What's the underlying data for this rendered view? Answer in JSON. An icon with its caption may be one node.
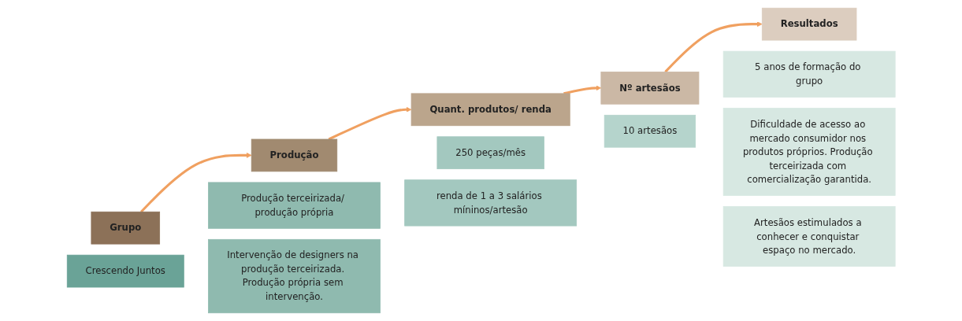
{
  "diagram": {
    "nodes": [
      {
        "text": [
          "Grupo"
        ]
      },
      {
        "text": [
          "Produção"
        ]
      },
      {
        "text": [
          "Quant. produtos/ renda"
        ]
      },
      {
        "text": [
          "Nº artesãos"
        ]
      },
      {
        "text": [
          "Resultados"
        ]
      },
      {
        "text": [
          "Crescendo Juntos"
        ]
      },
      {
        "text": [
          "Produção terceirizada/ produção própria"
        ]
      },
      {
        "text": [
          "Intervenção de designers na produção terceirizada. Produção própria sem intervenção."
        ]
      },
      {
        "text": [
          "250 peças/mês"
        ]
      },
      {
        "text": [
          "renda de 1 a 3 salários míninos/artesão"
        ]
      },
      {
        "text": [
          "10 artesãos"
        ]
      },
      {
        "text": [
          "5 anos de formação do grupo"
        ]
      },
      {
        "text": [
          "Dificuldade de acesso ao mercado consumidor nos produtos próprios. Produção terceirizada com comercialização garantida."
        ]
      },
      {
        "text": [
          "Artesãos estimulados a conhecer e conquistar espaço no mercado."
        ]
      }
    ],
    "edges": [
      {
        "from": 0,
        "to": 1,
        "arrow": "to"
      },
      {
        "from": 1,
        "to": 2,
        "arrow": "to"
      },
      {
        "from": 2,
        "to": 3,
        "arrow": "to"
      },
      {
        "from": 3,
        "to": 4,
        "arrow": "to"
      }
    ]
  }
}
